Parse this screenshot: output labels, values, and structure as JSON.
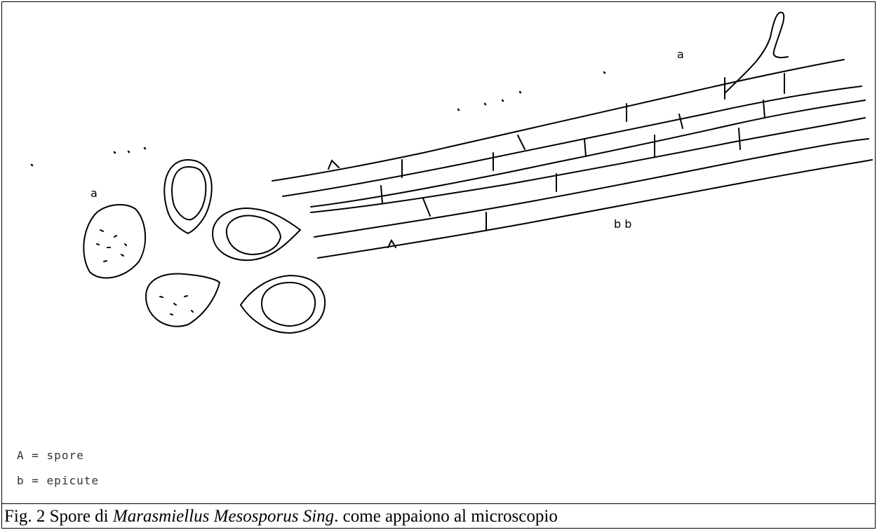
{
  "figure": {
    "caption_prefix": "Fig. 2 Spore di ",
    "caption_species": "Marasmiellus Mesosporus Sing",
    "caption_suffix": ". come appaiono al microscopio"
  },
  "drawing": {
    "labels": {
      "a_spores": "a",
      "b_hyphae": "b",
      "bb_hyphae": "b b"
    },
    "legend": [
      {
        "key": "A =",
        "text": "spore"
      },
      {
        "key": "b =",
        "text": "epicute"
      }
    ],
    "stroke_color": "#000000"
  }
}
